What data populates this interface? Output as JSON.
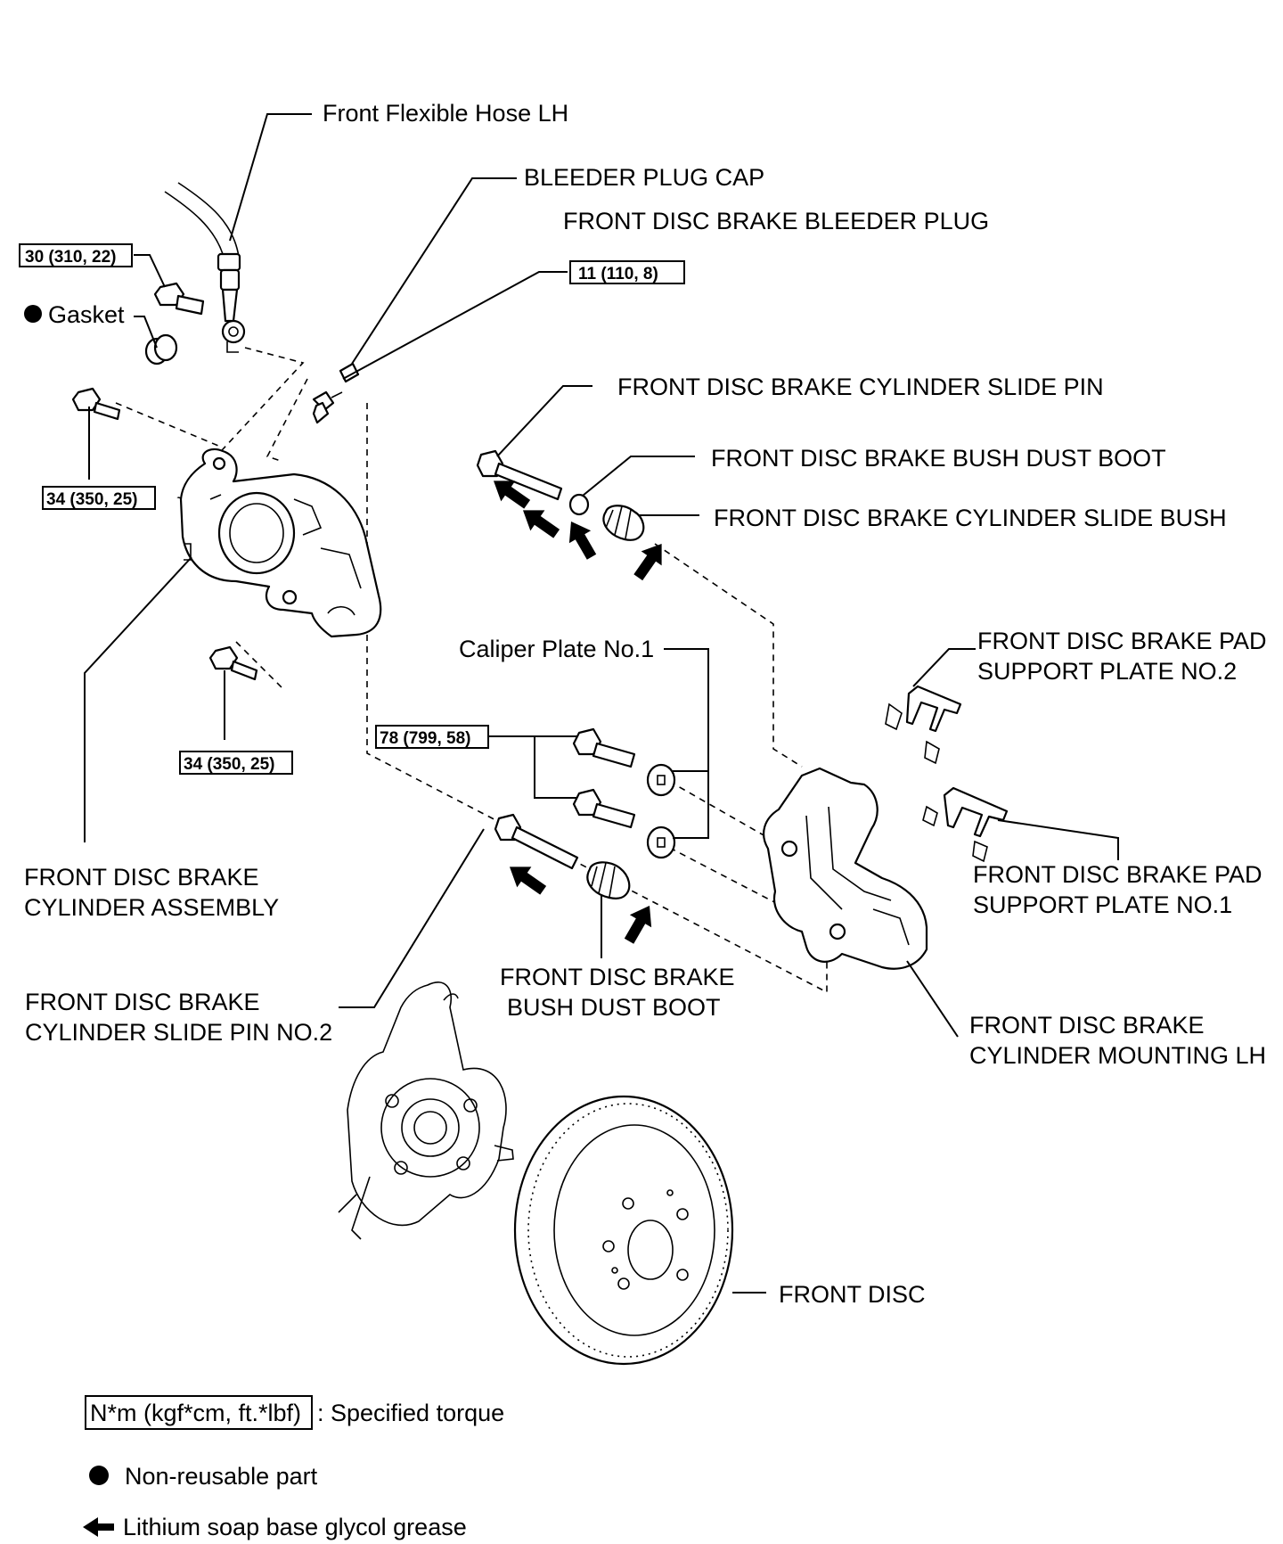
{
  "labels": {
    "front_flexible_hose": "Front Flexible Hose LH",
    "bleeder_plug_cap": "BLEEDER PLUG CAP",
    "bleeder_plug": "FRONT DISC BRAKE BLEEDER PLUG",
    "gasket": "Gasket",
    "slide_pin": "FRONT DISC BRAKE CYLINDER SLIDE PIN",
    "bush_dust_boot_upper": "FRONT DISC BRAKE BUSH DUST BOOT",
    "slide_bush": "FRONT DISC BRAKE CYLINDER SLIDE BUSH",
    "caliper_plate": "Caliper Plate No.1",
    "pad_support_no2_line1": "FRONT DISC BRAKE PAD",
    "pad_support_no2_line2": "SUPPORT PLATE NO.2",
    "pad_support_no1_line1": "FRONT DISC BRAKE PAD",
    "pad_support_no1_line2": "SUPPORT PLATE NO.1",
    "cylinder_assembly_line1": "FRONT DISC BRAKE",
    "cylinder_assembly_line2": "CYLINDER ASSEMBLY",
    "slide_pin_no2_line1": "FRONT DISC BRAKE",
    "slide_pin_no2_line2": "CYLINDER SLIDE PIN NO.2",
    "bush_dust_boot_lower_line1": "FRONT DISC BRAKE",
    "bush_dust_boot_lower_line2": "BUSH DUST BOOT",
    "cylinder_mounting_line1": "FRONT DISC BRAKE",
    "cylinder_mounting_line2": "CYLINDER MOUNTING LH",
    "front_disc": "FRONT DISC"
  },
  "torques": {
    "union_bolt": "30 (310, 22)",
    "bleeder_plug": "11 (110, 8)",
    "cylinder_bolt_upper": "34 (350, 25)",
    "cylinder_bolt_lower": "34 (350, 25)",
    "mounting_bolts": "78 (799, 58)"
  },
  "legend": {
    "torque_unit": "N*m (kgf*cm, ft.*lbf)",
    "torque_desc": ": Specified torque",
    "non_reusable": "Non-reusable part",
    "grease": "Lithium soap base glycol grease"
  }
}
